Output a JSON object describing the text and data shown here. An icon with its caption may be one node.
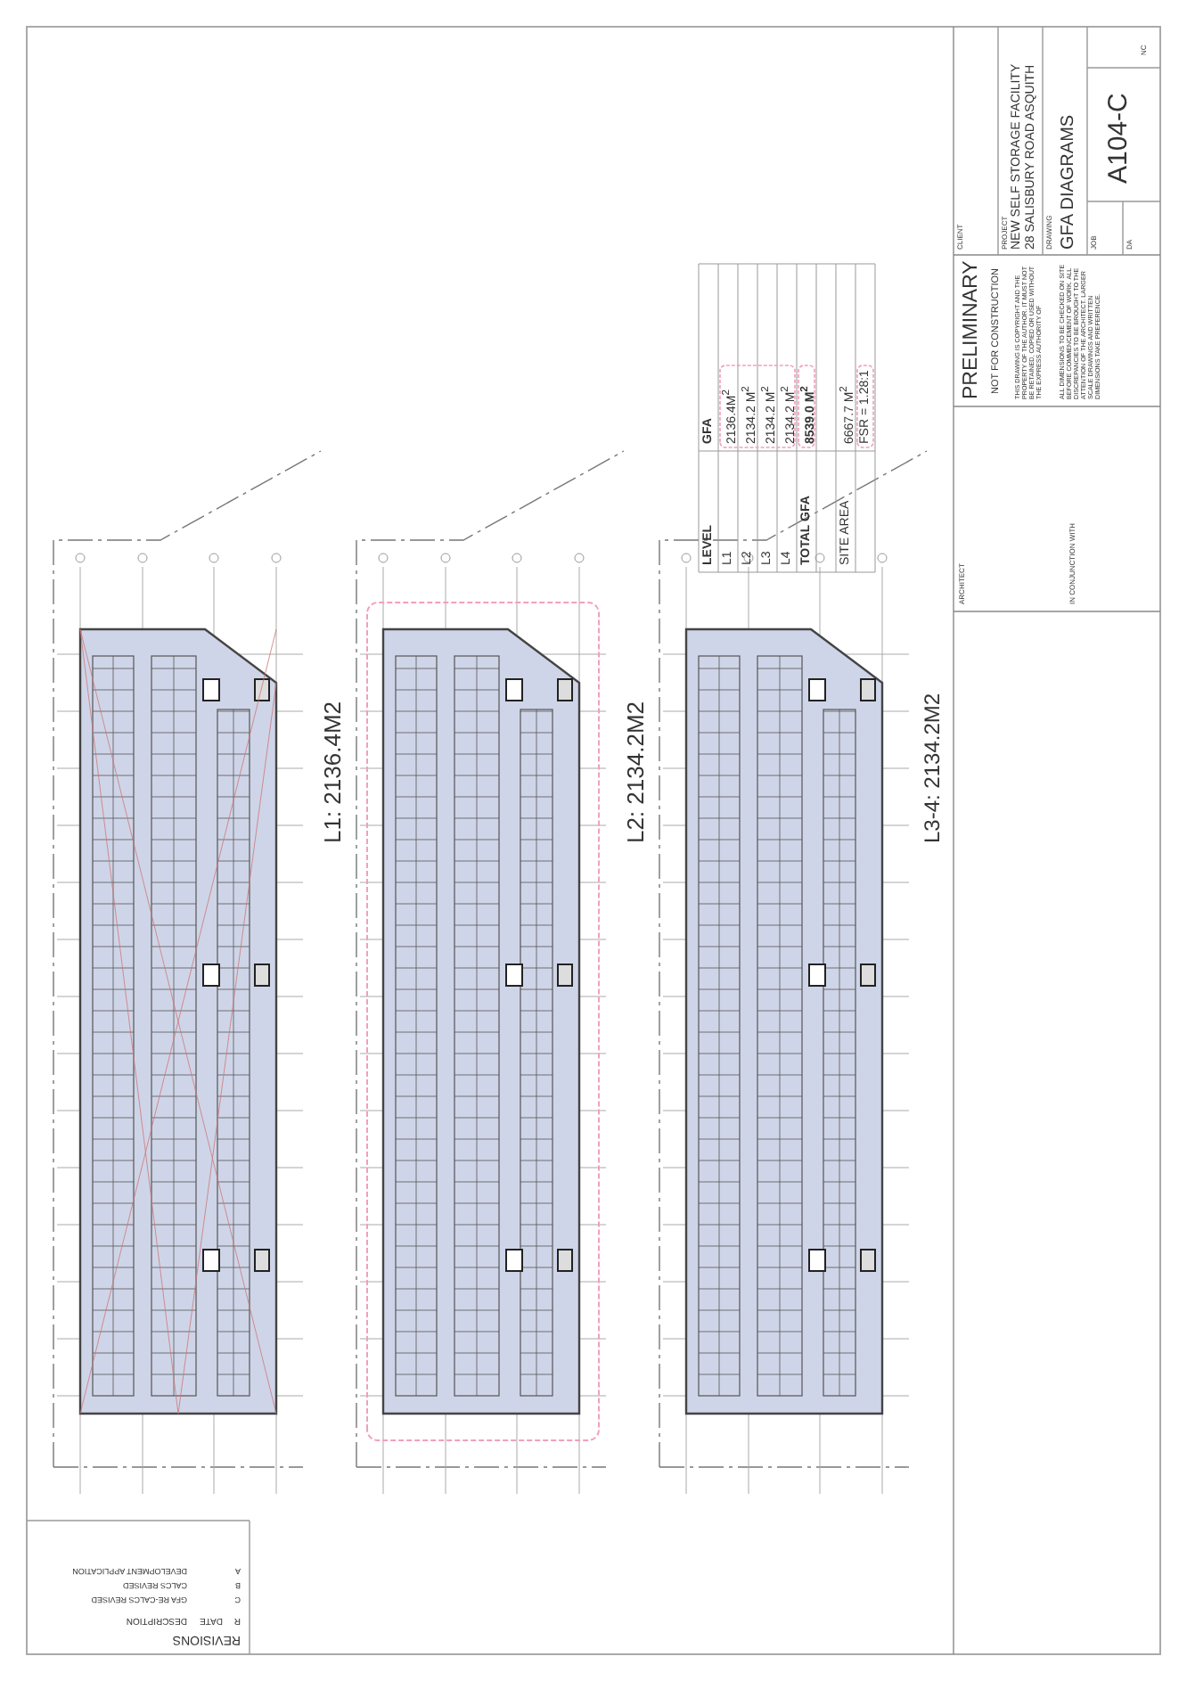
{
  "diagram": {
    "labels": [
      "L1: 2136.4M2",
      "L2: 2134.2M2",
      "L3-4: 2134.2M2",
      "LEVEL",
      "GFA",
      "L1",
      "2136.4M$^{2}$",
      "L2",
      "2134.2 M$^{2}$",
      "L3",
      "2134.2 M$^{2}$",
      "L4",
      "2134.2 M$^{2}$",
      "TOTAL GFA",
      "8539.0 M$^{2}$",
      "SITE AREA",
      "6667.7 M$^{2}$",
      "FSR = 1.28:1",
      "ARCHITECT",
      "IN CONJUNCTION WITH",
      "PRELIMINARY",
      "NOT FOR CONSTRUCTION",
      "THIS DRAWING IS COPYRIGHT AND THE PROPERTY OF THE AUTHOR. IT MUST NOT BE RETAINED, COPIED OR USED WITHOUT THE EXPRESS AUTHORITY OF",
      "ALL DIMENSIONS TO BE CHECKED ON SITE BEFORE COMMENCEMENT OF WORK. ALL DISCREPANCIES TO BE BROUGHT TO THE ATTENTION OF THE ARCHITECT. LARGER SCALE DRAWINGS AND WRITTEN DIMENSIONS TAKE PREFERENCE.",
      "CLIENT",
      "PROJECT",
      "NEW SELF STORAGE FACILITY",
      "28 SALISBURY ROAD ASQUITH",
      "DRAWING",
      "GFA DIAGRAMS",
      "JOB",
      "DA",
      "A104-C",
      "NC",
      "REVISIONS",
      "R",
      "DATE",
      "DESCRIPTION",
      "C",
      "GFA RE-CALCS REVISED",
      "B",
      "CALCS REVISED",
      "A",
      "DEVELOPMENT APPLICATION"
    ]
  }
}
